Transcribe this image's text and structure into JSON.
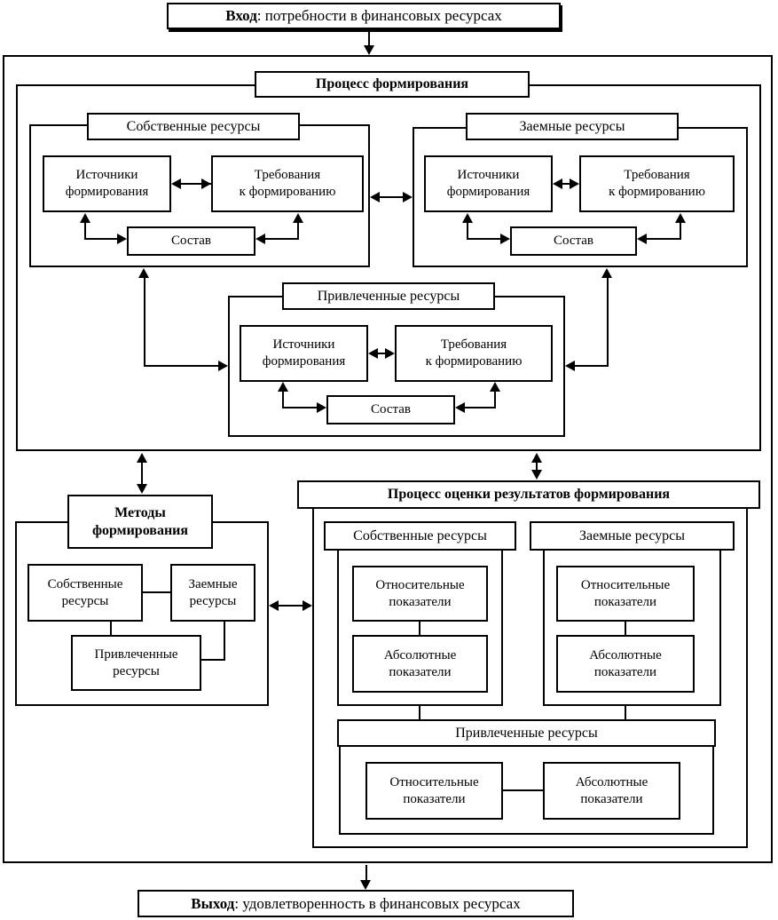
{
  "colors": {
    "line": "#000000",
    "background": "#ffffff"
  },
  "input": {
    "label_bold": "Вход",
    "label_rest": ": потребности в финансовых ресурсах"
  },
  "output": {
    "label_bold": "Выход",
    "label_rest": ": удовлетворенность в финансовых ресурсах"
  },
  "formation": {
    "title": "Процесс формирования",
    "own": {
      "title": "Собственные ресурсы",
      "sources": [
        "Источники",
        "формирования"
      ],
      "requirements": [
        "Требования",
        "к формированию"
      ],
      "composition": "Состав"
    },
    "borrowed": {
      "title": "Заемные ресурсы",
      "sources": [
        "Источники",
        "формирования"
      ],
      "requirements": [
        "Требования",
        "к формированию"
      ],
      "composition": "Состав"
    },
    "attracted": {
      "title": "Привлеченные ресурсы",
      "sources": [
        "Источники",
        "формирования"
      ],
      "requirements": [
        "Требования",
        "к формированию"
      ],
      "composition": "Состав"
    }
  },
  "methods": {
    "title": [
      "Методы",
      "формирования"
    ],
    "own": [
      "Собственные",
      "ресурсы"
    ],
    "borrowed": [
      "Заемные",
      "ресурсы"
    ],
    "attracted": [
      "Привлеченные",
      "ресурсы"
    ]
  },
  "evaluation": {
    "title": "Процесс оценки результатов формирования",
    "own": {
      "title": "Собственные ресурсы",
      "relative": [
        "Относительные",
        "показатели"
      ],
      "absolute": [
        "Абсолютные",
        "показатели"
      ]
    },
    "borrowed": {
      "title": "Заемные ресурсы",
      "relative": [
        "Относительные",
        "показатели"
      ],
      "absolute": [
        "Абсолютные",
        "показатели"
      ]
    },
    "attracted": {
      "title": "Привлеченные ресурсы",
      "relative": [
        "Относительные",
        "показатели"
      ],
      "absolute": [
        "Абсолютные",
        "показатели"
      ]
    }
  }
}
